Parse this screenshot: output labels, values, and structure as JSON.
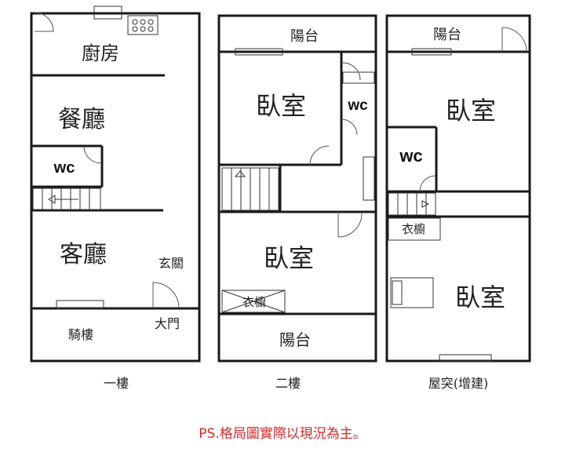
{
  "floors": [
    {
      "label": "一樓",
      "rooms": {
        "kitchen": "廚房",
        "dining": "餐廳",
        "wc": "wc",
        "living": "客廳",
        "entrance": "玄關",
        "main_door": "大門",
        "arcade": "騎樓"
      }
    },
    {
      "label": "二樓",
      "rooms": {
        "balcony_top": "陽台",
        "bedroom_front": "臥室",
        "wc": "wc",
        "bedroom_back": "臥室",
        "wardrobe": "衣櫥",
        "balcony_bottom": "陽台"
      }
    },
    {
      "label": "屋突(增建)",
      "rooms": {
        "balcony": "陽台",
        "bedroom_top": "臥室",
        "wc": "wc",
        "wardrobe": "衣櫥",
        "bedroom_bottom": "臥室"
      }
    }
  ],
  "note": "PS.格局圖實際以現況為主。",
  "colors": {
    "wall": "#1a1a1a",
    "note": "#d42a2a"
  }
}
